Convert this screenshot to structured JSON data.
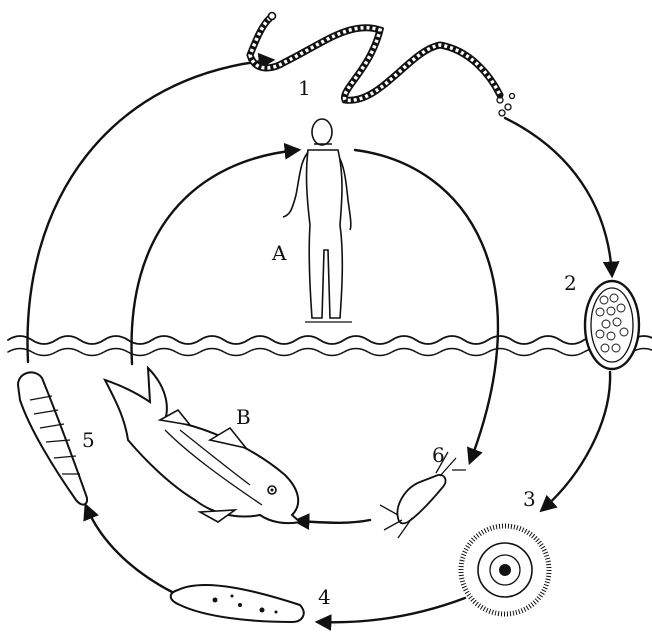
{
  "figure": {
    "labels": {
      "n1": "1",
      "n2": "2",
      "n3": "3",
      "n4": "4",
      "n5": "5",
      "n6": "6",
      "A": "A",
      "B": "B"
    },
    "ink_color": "#111111",
    "background": "#ffffff"
  }
}
